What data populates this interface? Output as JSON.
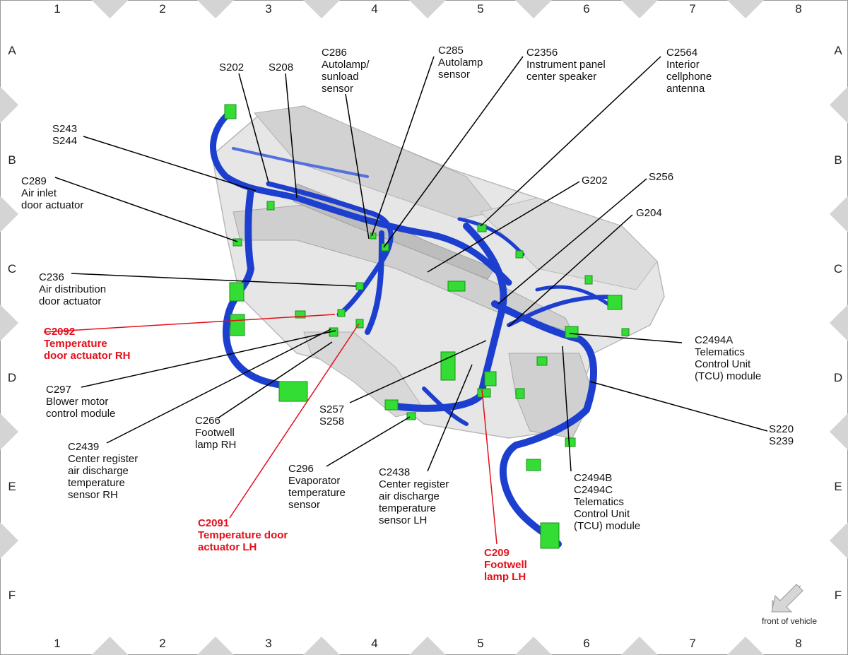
{
  "grid": {
    "columns": [
      "1",
      "2",
      "3",
      "4",
      "5",
      "6",
      "7",
      "8"
    ],
    "rows": [
      "A",
      "B",
      "C",
      "D",
      "E",
      "F"
    ]
  },
  "legend": {
    "front_of_vehicle": "front of vehicle"
  },
  "colors": {
    "harness": "#1d3fcf",
    "connector": "#33dd33",
    "callout_red": "#e3101a",
    "panel": "#d8d8d8"
  },
  "callouts": [
    {
      "id": "s202",
      "lines": [
        "S202"
      ],
      "red": false
    },
    {
      "id": "s208",
      "lines": [
        "S208"
      ],
      "red": false
    },
    {
      "id": "c286",
      "lines": [
        "C286",
        "Autolamp/",
        "sunload",
        "sensor"
      ],
      "red": false
    },
    {
      "id": "c285",
      "lines": [
        "C285",
        "Autolamp",
        "sensor"
      ],
      "red": false
    },
    {
      "id": "c2356",
      "lines": [
        "C2356",
        "Instrument panel",
        "center speaker"
      ],
      "red": false
    },
    {
      "id": "c2564",
      "lines": [
        "C2564",
        "Interior",
        "cellphone",
        "antenna"
      ],
      "red": false
    },
    {
      "id": "s243",
      "lines": [
        "S243",
        "S244"
      ],
      "red": false
    },
    {
      "id": "c289",
      "lines": [
        "C289",
        "Air inlet",
        "door actuator"
      ],
      "red": false
    },
    {
      "id": "g202",
      "lines": [
        "G202"
      ],
      "red": false
    },
    {
      "id": "s256",
      "lines": [
        "S256"
      ],
      "red": false
    },
    {
      "id": "g204",
      "lines": [
        "G204"
      ],
      "red": false
    },
    {
      "id": "c236",
      "lines": [
        "C236",
        "Air distribution",
        "door actuator"
      ],
      "red": false
    },
    {
      "id": "c2092",
      "lines": [
        "C2092",
        "Temperature",
        "door actuator RH"
      ],
      "red": true
    },
    {
      "id": "c297",
      "lines": [
        "C297",
        "Blower motor",
        "control module"
      ],
      "red": false
    },
    {
      "id": "c266",
      "lines": [
        "C266",
        "Footwell",
        "lamp RH"
      ],
      "red": false
    },
    {
      "id": "c2439",
      "lines": [
        "C2439",
        "Center register",
        "air discharge",
        "temperature",
        "sensor RH"
      ],
      "red": false
    },
    {
      "id": "s257",
      "lines": [
        "S257",
        "S258"
      ],
      "red": false
    },
    {
      "id": "c296",
      "lines": [
        "C296",
        "Evaporator",
        "temperature",
        "sensor"
      ],
      "red": false
    },
    {
      "id": "c2438",
      "lines": [
        "C2438",
        "Center register",
        "air discharge",
        "temperature",
        "sensor LH"
      ],
      "red": false
    },
    {
      "id": "c2091",
      "lines": [
        "C2091",
        "Temperature door",
        "actuator LH"
      ],
      "red": true
    },
    {
      "id": "c209",
      "lines": [
        "C209",
        "Footwell",
        "lamp LH"
      ],
      "red": true
    },
    {
      "id": "c2494a",
      "lines": [
        "C2494A",
        "Telematics",
        "Control Unit",
        "(TCU) module"
      ],
      "red": false
    },
    {
      "id": "s220",
      "lines": [
        "S220",
        "S239"
      ],
      "red": false
    },
    {
      "id": "c2494b",
      "lines": [
        "C2494B",
        "C2494C",
        "Telematics",
        "Control Unit",
        "(TCU) module"
      ],
      "red": false
    }
  ]
}
